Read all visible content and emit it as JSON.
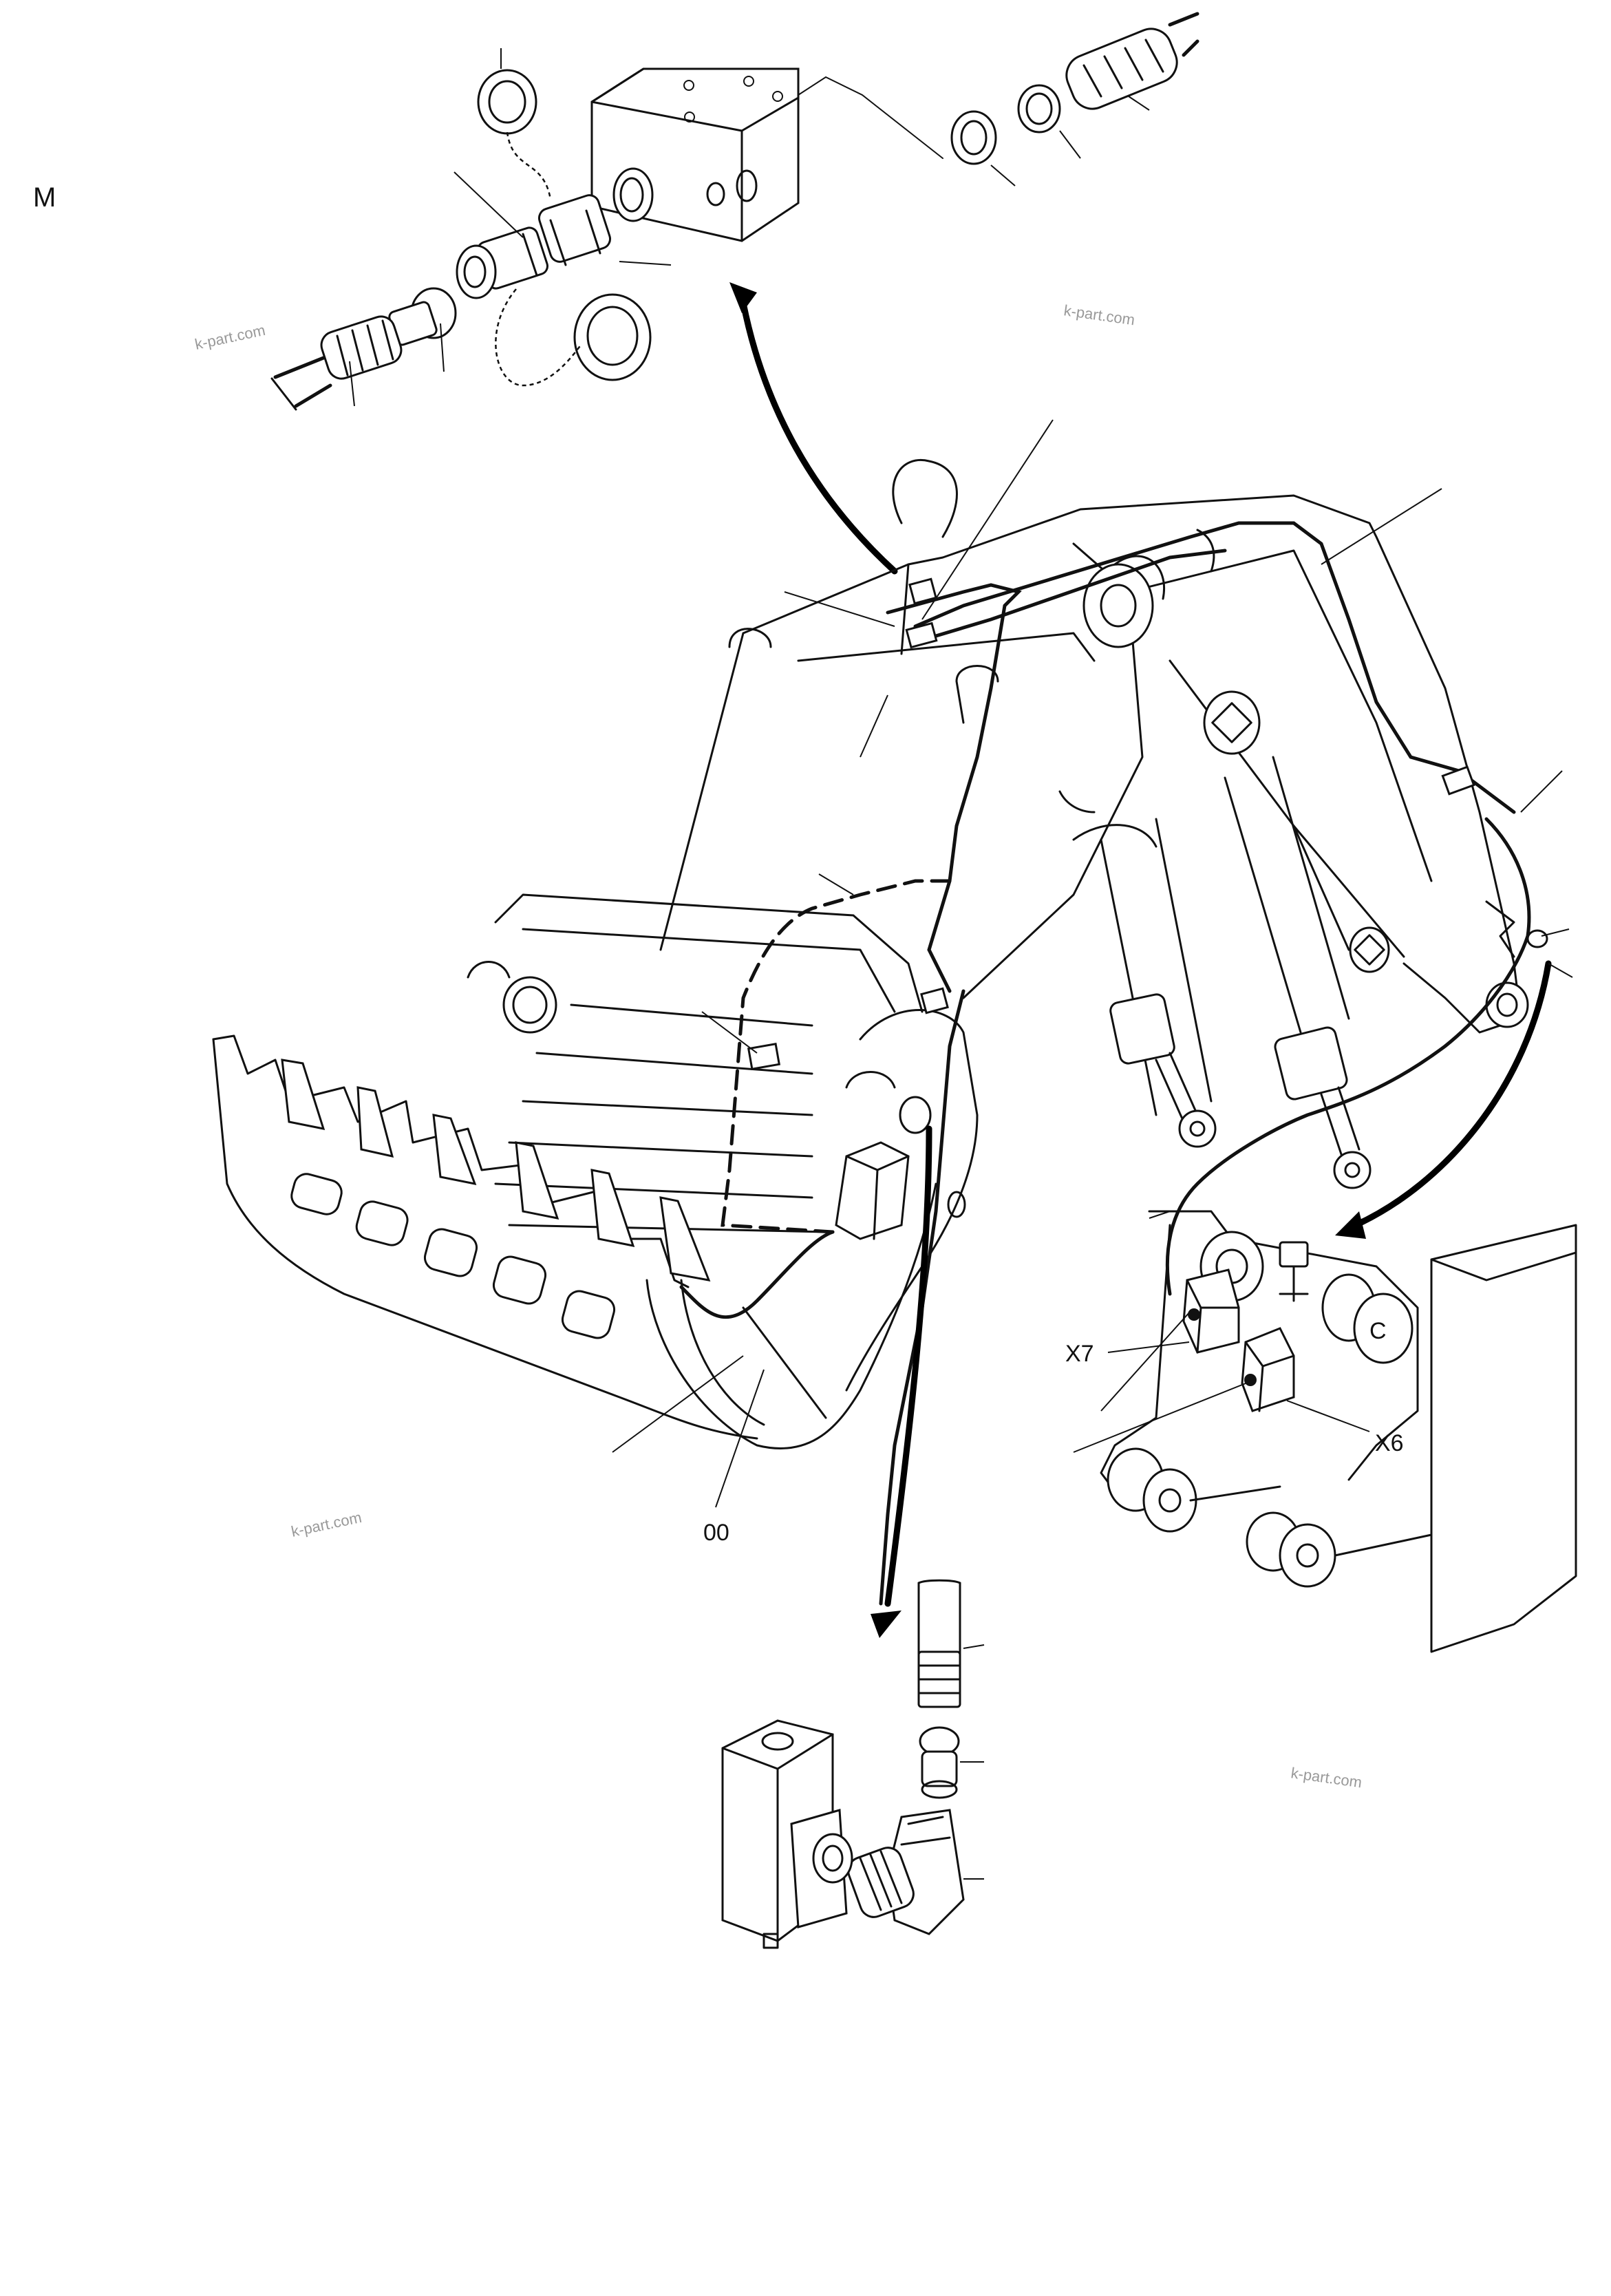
{
  "corner_letter": "M",
  "callouts": {
    "x7": "X7",
    "x6": "X6",
    "num_00": "00"
  },
  "watermarks": [
    "k-part.com",
    "k-part.com",
    "k-part.com",
    "k-part.com"
  ]
}
